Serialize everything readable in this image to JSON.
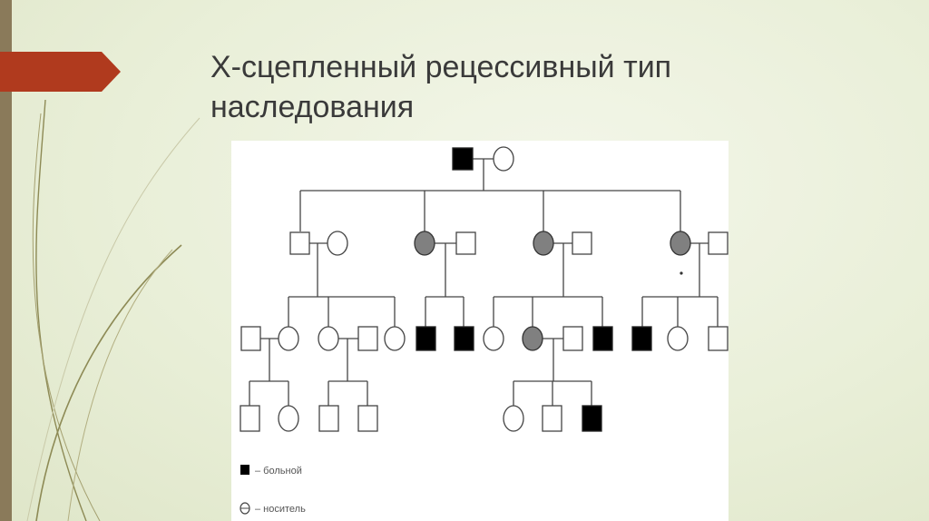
{
  "slide": {
    "title_line1": "X-сцепленный рецессивный тип",
    "title_line2": "наследования"
  },
  "legend": {
    "affected_label": "– больной",
    "carrier_label": "– носитель"
  },
  "colors": {
    "accent_arrow": "#b03a1e",
    "left_bar": "#8a7a5a",
    "affected": "#000000",
    "carrier": "#808080"
  }
}
